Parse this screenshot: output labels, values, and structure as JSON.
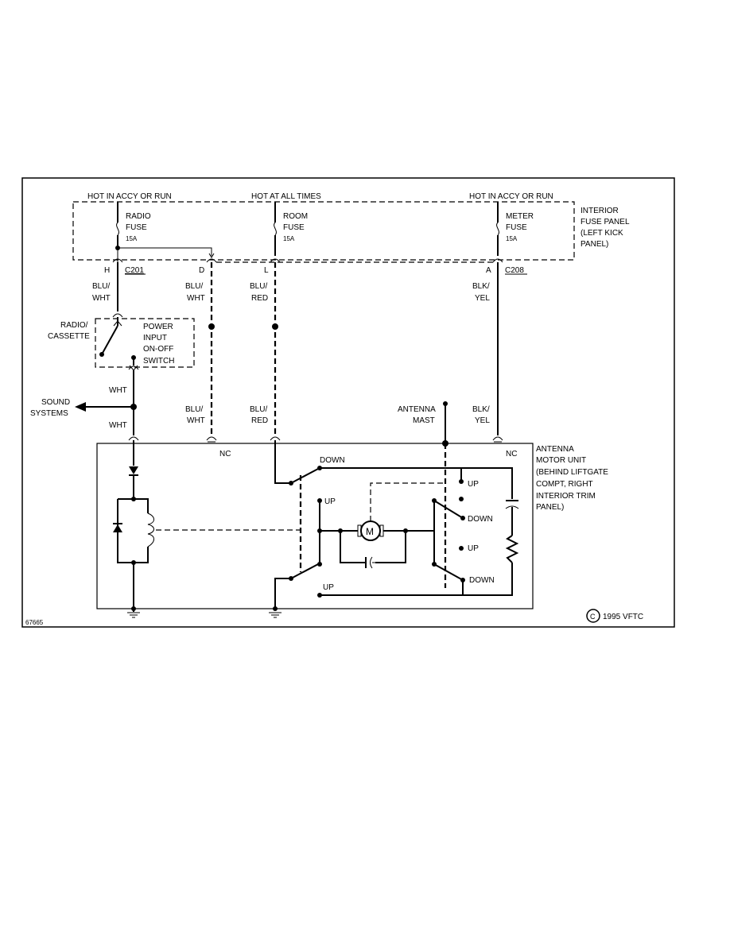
{
  "power": {
    "left": "HOT IN ACCY OR RUN",
    "center": "HOT AT ALL TIMES",
    "right": "HOT IN ACCY OR RUN"
  },
  "fuses": {
    "radio": [
      "RADIO",
      "FUSE",
      "15A"
    ],
    "room": [
      "ROOM",
      "FUSE",
      "15A"
    ],
    "meter": [
      "METER",
      "FUSE",
      "15A"
    ]
  },
  "fuse_panel_label": [
    "INTERIOR",
    "FUSE PANEL",
    "(LEFT KICK",
    "PANEL)"
  ],
  "connectors": {
    "c201": "C201",
    "c208": "C208",
    "pin_h": "H",
    "pin_d": "D",
    "pin_l": "L",
    "pin_a": "A"
  },
  "wires": {
    "blu_wht_1": [
      "BLU/",
      "WHT"
    ],
    "blu_wht_2": [
      "BLU/",
      "WHT"
    ],
    "blu_red_1": [
      "BLU/",
      "RED"
    ],
    "blk_yel_1": [
      "BLK/",
      "YEL"
    ],
    "wht_1": "WHT",
    "wht_2": "WHT",
    "blu_wht_3": [
      "BLU/",
      "WHT"
    ],
    "blu_red_2": [
      "BLU/",
      "RED"
    ],
    "blk_yel_2": [
      "BLK/",
      "YEL"
    ]
  },
  "radio_label": [
    "RADIO/",
    "CASSETTE"
  ],
  "switch_label": [
    "POWER",
    "INPUT",
    "ON-OFF",
    "SWITCH"
  ],
  "sound_label": [
    "SOUND",
    "SYSTEMS"
  ],
  "mast_label": [
    "ANTENNA",
    "MAST"
  ],
  "nc1": "NC",
  "nc2": "NC",
  "motor_unit_label": [
    "ANTENNA",
    "MOTOR UNIT",
    "(BEHIND LIFTGATE",
    "COMPT, RIGHT",
    "INTERIOR TRIM",
    "PANEL)"
  ],
  "switch_positions": {
    "down_top": "DOWN",
    "up_left": "UP",
    "up_bottom": "UP",
    "up_r1": "UP",
    "down_r1": "DOWN",
    "up_r2": "UP",
    "down_r2": "DOWN"
  },
  "motor": "M",
  "figure_id": "67665",
  "copyright": "1995 VFTC",
  "copyright_symbol": "C"
}
